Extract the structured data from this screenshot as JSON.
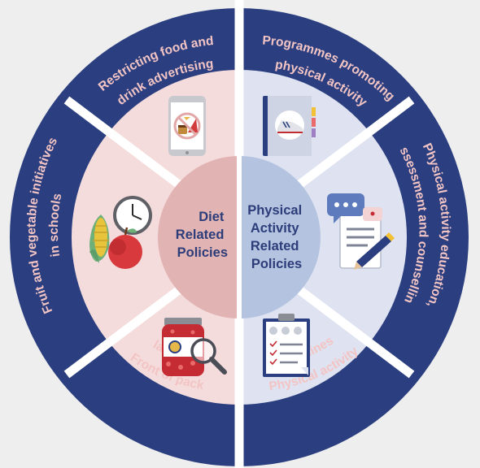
{
  "colors": {
    "background": "#eeeeee",
    "ring": "#2b3f80",
    "divider": "#ffffff",
    "diet_inner": "#f5dcdc",
    "pa_inner": "#dfe3f1",
    "diet_hub": "#e2b3b3",
    "pa_hub": "#b4c3e0",
    "label_text": "#f2c4c4",
    "hub_text": "#2c3d7a"
  },
  "hub": {
    "diet": [
      "Diet",
      "Related",
      "Policies"
    ],
    "physical_activity": [
      "Physical",
      "Activity",
      "Related",
      "Policies"
    ]
  },
  "segments": [
    {
      "side": "diet",
      "icon": "no-junk-food-phone-icon",
      "lines": [
        "Restricting food and",
        "drink advertising"
      ]
    },
    {
      "side": "diet",
      "icon": "fruit-vegetable-clock-icon",
      "lines": [
        "Fruit and vegetable initiatives",
        "in schools"
      ]
    },
    {
      "side": "diet",
      "icon": "jar-magnifier-icon",
      "lines": [
        "Front of pack",
        "labelling"
      ]
    },
    {
      "side": "physical_activity",
      "icon": "shoe-book-icon",
      "lines": [
        "Programmes promoting",
        "physical activity"
      ]
    },
    {
      "side": "physical_activity",
      "icon": "chat-notepad-pen-icon",
      "lines": [
        "Physical activity education,",
        "assessment and counselling"
      ]
    },
    {
      "side": "physical_activity",
      "icon": "clipboard-checklist-icon",
      "lines": [
        "Physical activity",
        "guidelines"
      ]
    }
  ]
}
